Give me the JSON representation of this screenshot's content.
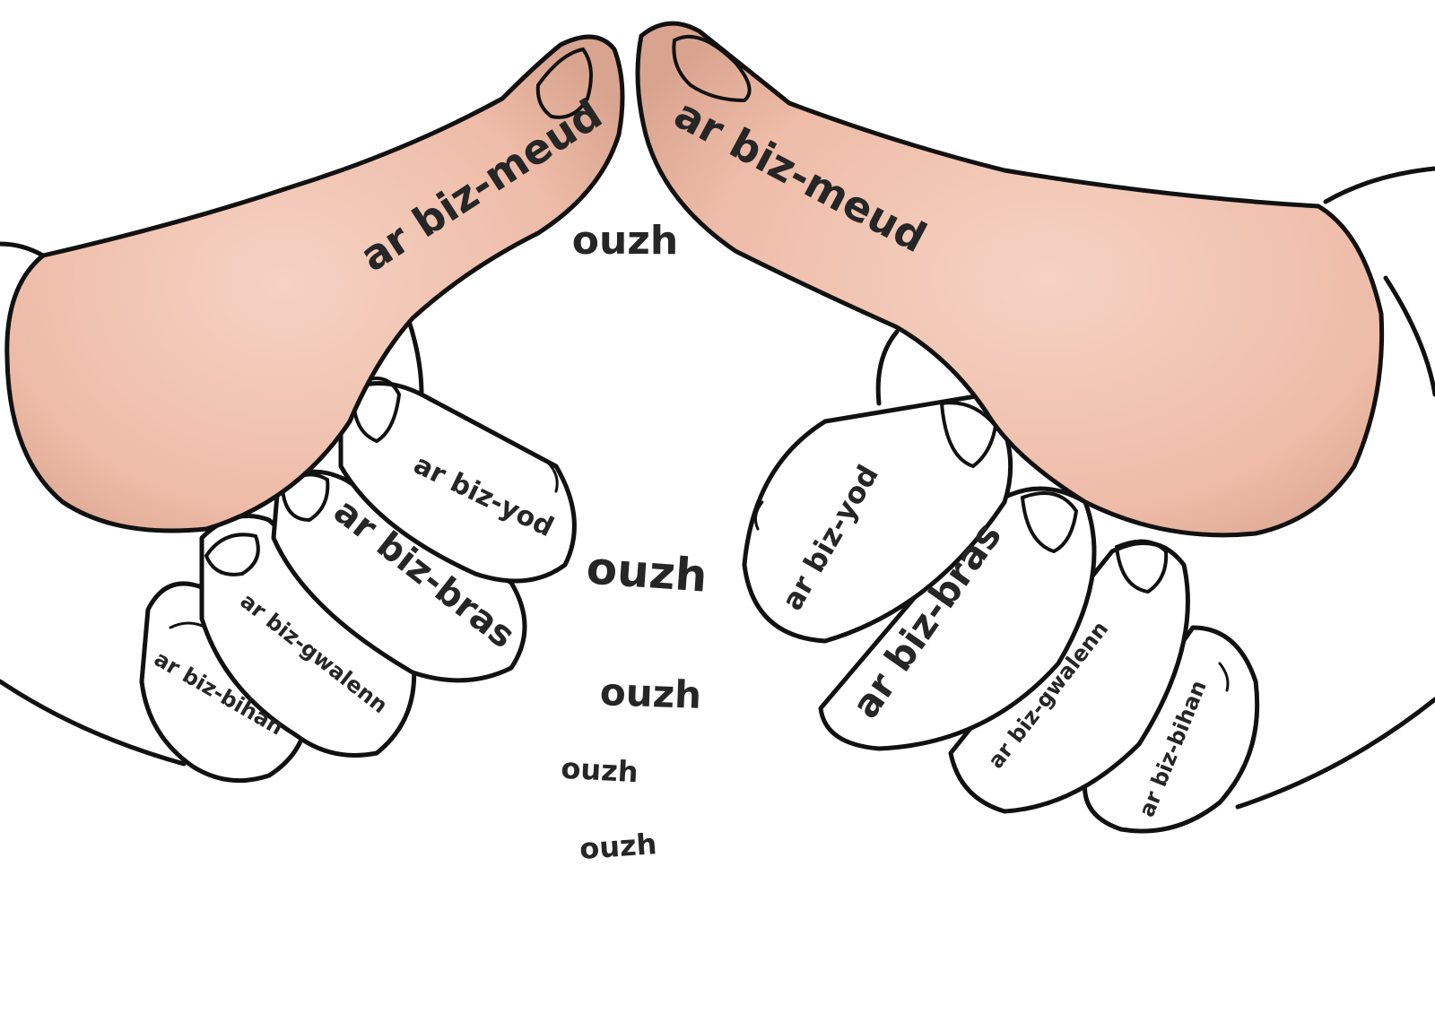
{
  "colors": {
    "skin_highlight": "#f5cfc0",
    "skin_shadow": "#d9a894",
    "outline": "#111111",
    "text": "#262626",
    "background": "#ffffff"
  },
  "hands": {
    "left": {
      "thumb": "ar biz-meud",
      "index": "ar biz-yod",
      "middle": "ar biz-bras",
      "ring": "ar biz-gwalenn",
      "little": "ar biz-bihan"
    },
    "right": {
      "thumb": "ar biz-meud",
      "index": "ar biz-yod",
      "middle": "ar biz-bras",
      "ring": "ar biz-gwalenn",
      "little": "ar biz-bihan"
    }
  },
  "connectors": {
    "thumbs": "ouzh",
    "index": "ouzh",
    "middle": "ouzh",
    "ring": "ouzh",
    "little": "ouzh"
  }
}
